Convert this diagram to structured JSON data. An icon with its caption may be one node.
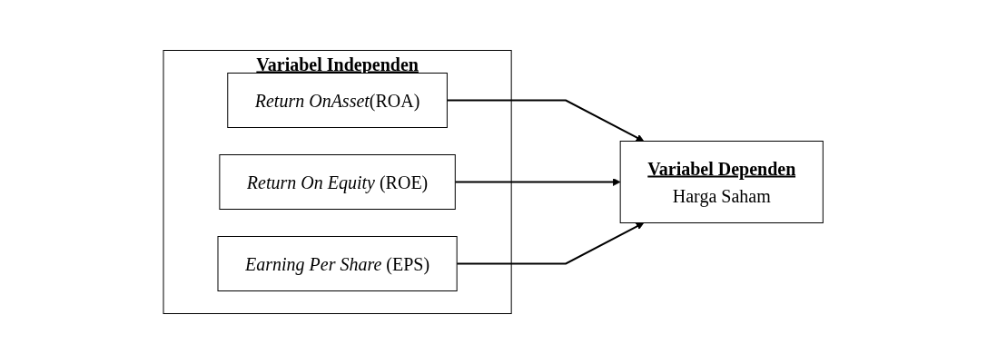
{
  "diagram": {
    "nodes": [
      {
        "text": [
          "Variabel Independen"
        ]
      },
      {
        "text": [
          "*Return OnAsset*(ROA)"
        ],
        "in": 0
      },
      {
        "text": [
          "*Return On Equity* (ROE)"
        ],
        "in": 0
      },
      {
        "text": [
          "*Earning Per Share* (EPS)"
        ],
        "in": 0
      },
      {
        "text": [
          "Variabel Dependen",
          "Harga Saham"
        ]
      }
    ],
    "edges": [
      {
        "from": 1,
        "to": 4,
        "arrow": "to"
      },
      {
        "from": 2,
        "to": 4,
        "arrow": "to"
      },
      {
        "from": 3,
        "to": 4,
        "arrow": "to"
      }
    ]
  }
}
